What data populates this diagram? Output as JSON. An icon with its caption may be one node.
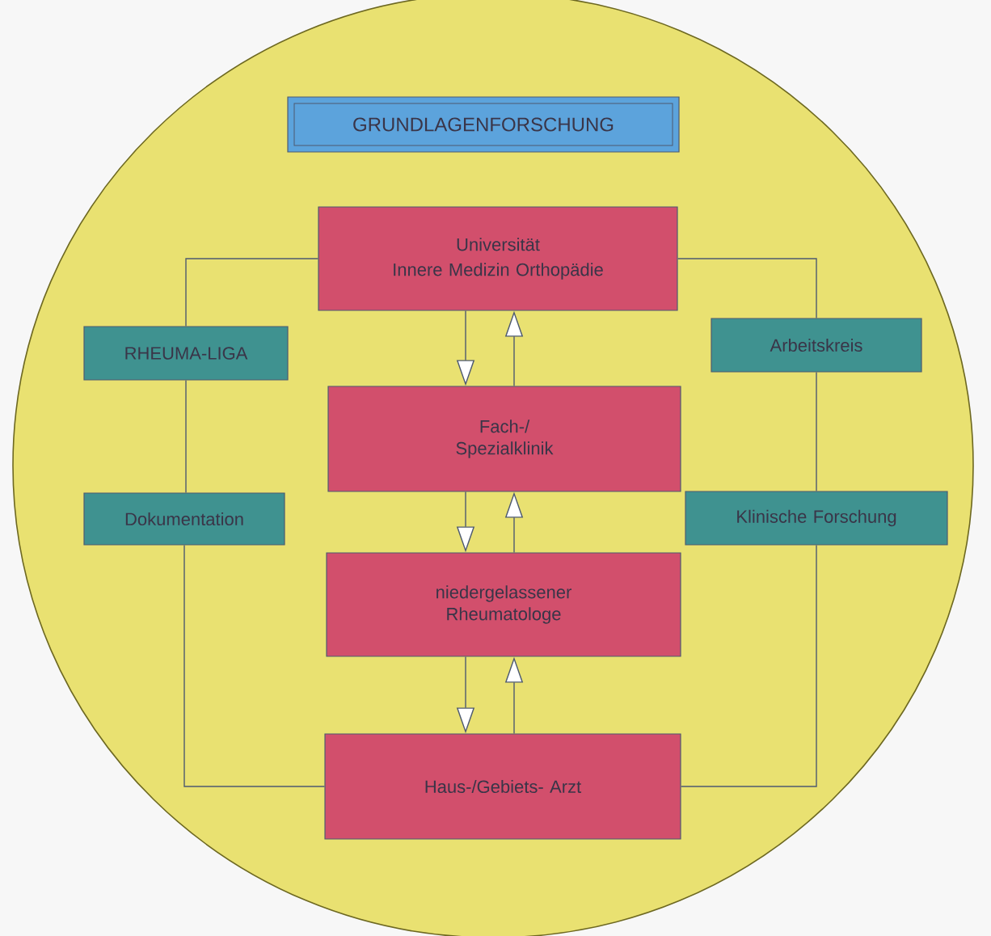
{
  "diagram": {
    "nodes": [
      {
        "text": [
          "GRUNDLAGENFORSCHUNG"
        ]
      },
      {
        "text": [
          "Universität",
          "Innere Medizin Orthopädie"
        ]
      },
      {
        "text": [
          "Fach-/ Spezialklinik"
        ]
      },
      {
        "text": [
          "niedergelassener Rheumatologe"
        ]
      },
      {
        "text": [
          "Haus-/Gebiets- Arzt"
        ]
      },
      {
        "text": [
          "RHEUMA-LIGA"
        ]
      },
      {
        "text": [
          "Arbeitskreis"
        ]
      },
      {
        "text": [
          "Dokumentation"
        ]
      },
      {
        "text": [
          "Klinische Forschung"
        ]
      }
    ],
    "edges": [
      {
        "from": 1,
        "to": 2,
        "arrow": "to"
      },
      {
        "from": 2,
        "to": 1,
        "arrow": "to"
      },
      {
        "from": 2,
        "to": 3,
        "arrow": "to"
      },
      {
        "from": 3,
        "to": 2,
        "arrow": "to"
      },
      {
        "from": 3,
        "to": 4,
        "arrow": "to"
      },
      {
        "from": 4,
        "to": 3,
        "arrow": "to"
      },
      {
        "from": 1,
        "to": 5,
        "arrow": "none"
      },
      {
        "from": 5,
        "to": 7,
        "arrow": "none"
      },
      {
        "from": 7,
        "to": 4,
        "arrow": "none"
      },
      {
        "from": 1,
        "to": 6,
        "arrow": "none"
      },
      {
        "from": 6,
        "to": 8,
        "arrow": "none"
      },
      {
        "from": 8,
        "to": 4,
        "arrow": "none"
      }
    ]
  }
}
